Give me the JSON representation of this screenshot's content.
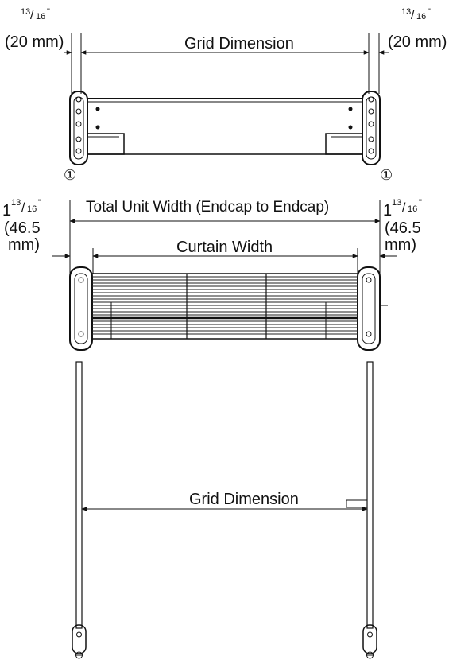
{
  "top": {
    "left_dim_fraction_num": "13",
    "left_dim_fraction_den": "16",
    "left_dim_inch_mark": "\"",
    "left_dim_mm": "(20 mm)",
    "right_dim_fraction_num": "13",
    "right_dim_fraction_den": "16",
    "right_dim_inch_mark": "\"",
    "right_dim_mm": "(20 mm)",
    "grid_dimension_label": "Grid Dimension",
    "callout_left": "①",
    "callout_right": "①"
  },
  "middle": {
    "left_dim_whole": "1",
    "left_dim_fraction_num": "13",
    "left_dim_fraction_den": "16",
    "left_dim_inch_mark": "\"",
    "left_dim_mm_line1": "(46.5",
    "left_dim_mm_line2": "mm)",
    "right_dim_whole": "1",
    "right_dim_fraction_num": "13",
    "right_dim_fraction_den": "16",
    "right_dim_inch_mark": "\"",
    "right_dim_mm_line1": "(46.5",
    "right_dim_mm_line2": "mm)",
    "total_width_label": "Total Unit Width (Endcap to Endcap)",
    "curtain_width_label": "Curtain Width"
  },
  "bottom": {
    "grid_dimension_label": "Grid Dimension"
  }
}
